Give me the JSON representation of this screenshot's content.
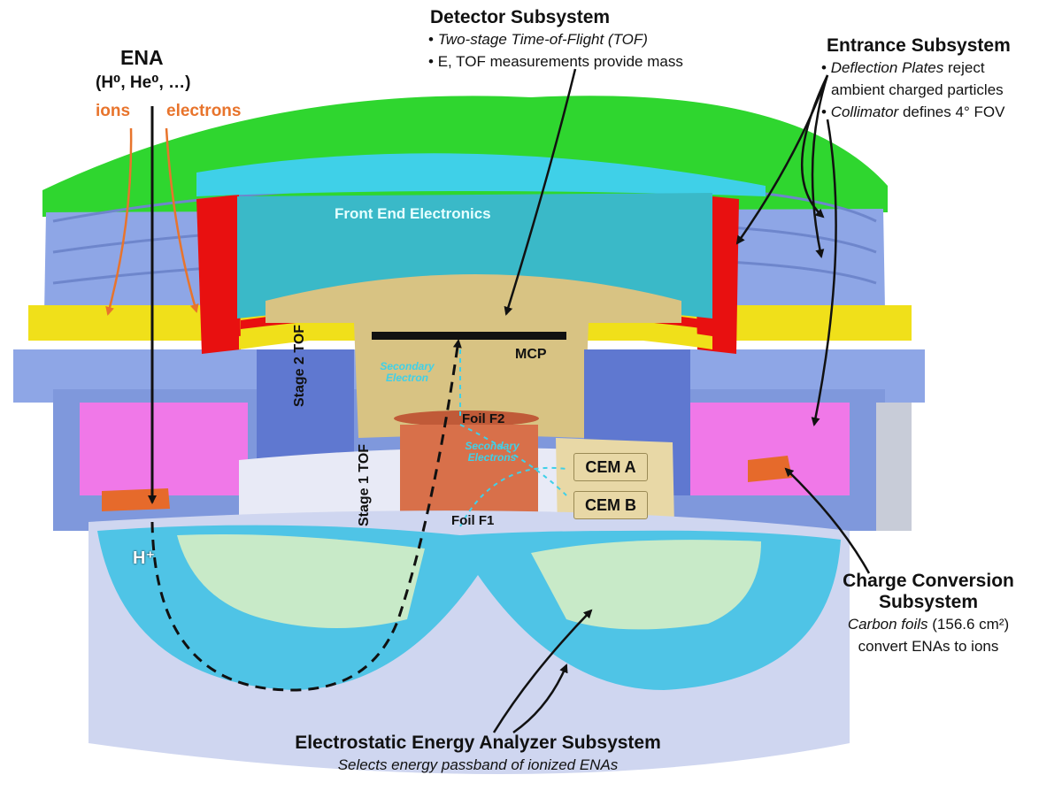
{
  "ena": {
    "title": "ENA",
    "species": "(H⁰, He⁰, …)",
    "ions": "ions",
    "electrons": "electrons",
    "h_plus": "H⁺"
  },
  "detector": {
    "title": "Detector Subsystem",
    "bullet1": "Two-stage Time-of-Flight (TOF)",
    "bullet2": "E, TOF measurements provide mass"
  },
  "entrance": {
    "title": "Entrance Subsystem",
    "bullet1_italic": "Deflection Plates",
    "bullet1_rest": " reject",
    "bullet1_line2": "ambient charged particles",
    "bullet2_italic": "Collimator",
    "bullet2_rest": " defines 4° FOV"
  },
  "charge_conversion": {
    "title_line1": "Charge Conversion",
    "title_line2": "Subsystem",
    "desc_italic": "Carbon foils",
    "desc_rest": " (156.6 cm²)",
    "desc_line2": "convert ENAs to ions"
  },
  "esa": {
    "title": "Electrostatic Energy Analyzer Subsystem",
    "desc": "Selects energy passband of ionized ENAs"
  },
  "inner_labels": {
    "front_end": "Front End Electronics",
    "mcp": "MCP",
    "stage2": "Stage 2 TOF",
    "stage1": "Stage 1 TOF",
    "foil_f2": "Foil F2",
    "foil_f1": "Foil F1",
    "secondary_electron": "Secondary Electron",
    "secondary_electrons": "Secondary Electrons",
    "cem_a": "CEM A",
    "cem_b": "CEM B"
  },
  "colors": {
    "green": "#2fd62f",
    "blue_gray": "#8ea6e6",
    "cyan": "#3fd0e8",
    "red": "#e81010",
    "yellow": "#f0e01a",
    "magenta": "#f078e8",
    "tan": "#d8c383",
    "foil": "#d8704a",
    "orange": "#e66a2b",
    "bowl": "#4fc4e6",
    "ion_orange": "#e8742c"
  }
}
